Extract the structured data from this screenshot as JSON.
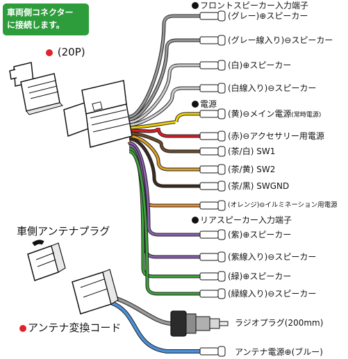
{
  "badge": {
    "line1": "車両側コネクター",
    "line2": "に接続します。"
  },
  "connector_title": "(20P)",
  "sections": {
    "front": "フロントスピーカー入力端子",
    "power": "電源",
    "rear": "リアスピーカー入力端子"
  },
  "wires": [
    {
      "id": "gray",
      "label": "(グレー)⊕スピーカー",
      "color": "#9a9a9a"
    },
    {
      "id": "gray-stripe",
      "label": "(グレー線入り)⊖スピーカー",
      "color": "#9a9a9a"
    },
    {
      "id": "white",
      "label": "(白)⊕スピーカー",
      "color": "#cfcfcf"
    },
    {
      "id": "white-stripe",
      "label": "(白線入り)⊖スピーカー",
      "color": "#cfcfcf"
    },
    {
      "id": "yellow",
      "label": "(黄)⊖メイン電源",
      "note": "(常時電源)",
      "color": "#f0d000"
    },
    {
      "id": "red",
      "label": "(赤)⊖アクセサリー用電源",
      "color": "#d81e25"
    },
    {
      "id": "brown-white",
      "label": "(茶/白) SW1",
      "color": "#6b4a2a"
    },
    {
      "id": "brown-yellow",
      "label": "(茶/黄) SW2",
      "color": "#e0a020"
    },
    {
      "id": "brown-black",
      "label": "(茶/黒) SWGND",
      "color": "#3b2a1c"
    },
    {
      "id": "orange",
      "label": "(オレンジ)⊖イルミネーション用電源",
      "color": "#ec8a1e"
    },
    {
      "id": "purple",
      "label": "(紫)⊕スピーカー",
      "color": "#8b5fb0"
    },
    {
      "id": "purple-stripe",
      "label": "(紫線入り)⊖スピーカー",
      "color": "#8b5fb0"
    },
    {
      "id": "green",
      "label": "(緑)⊕スピーカー",
      "color": "#3da33b"
    },
    {
      "id": "green-stripe",
      "label": "(緑線入り)⊖スピーカー",
      "color": "#3da33b"
    }
  ],
  "antenna_plug_title": "車側アンテナプラグ",
  "antenna_cord_title": "アンテナ変換コード",
  "radio_plug_label": "ラジオプラグ(200mm)",
  "antenna_power_label": "アンテナ電源⊕(ブルー)",
  "colors": {
    "badge": "#2d9d3c",
    "red_dot": "#e0232a",
    "radio_cable": "#9a9a9a",
    "antenna_power_cable": "#4a90d9"
  }
}
